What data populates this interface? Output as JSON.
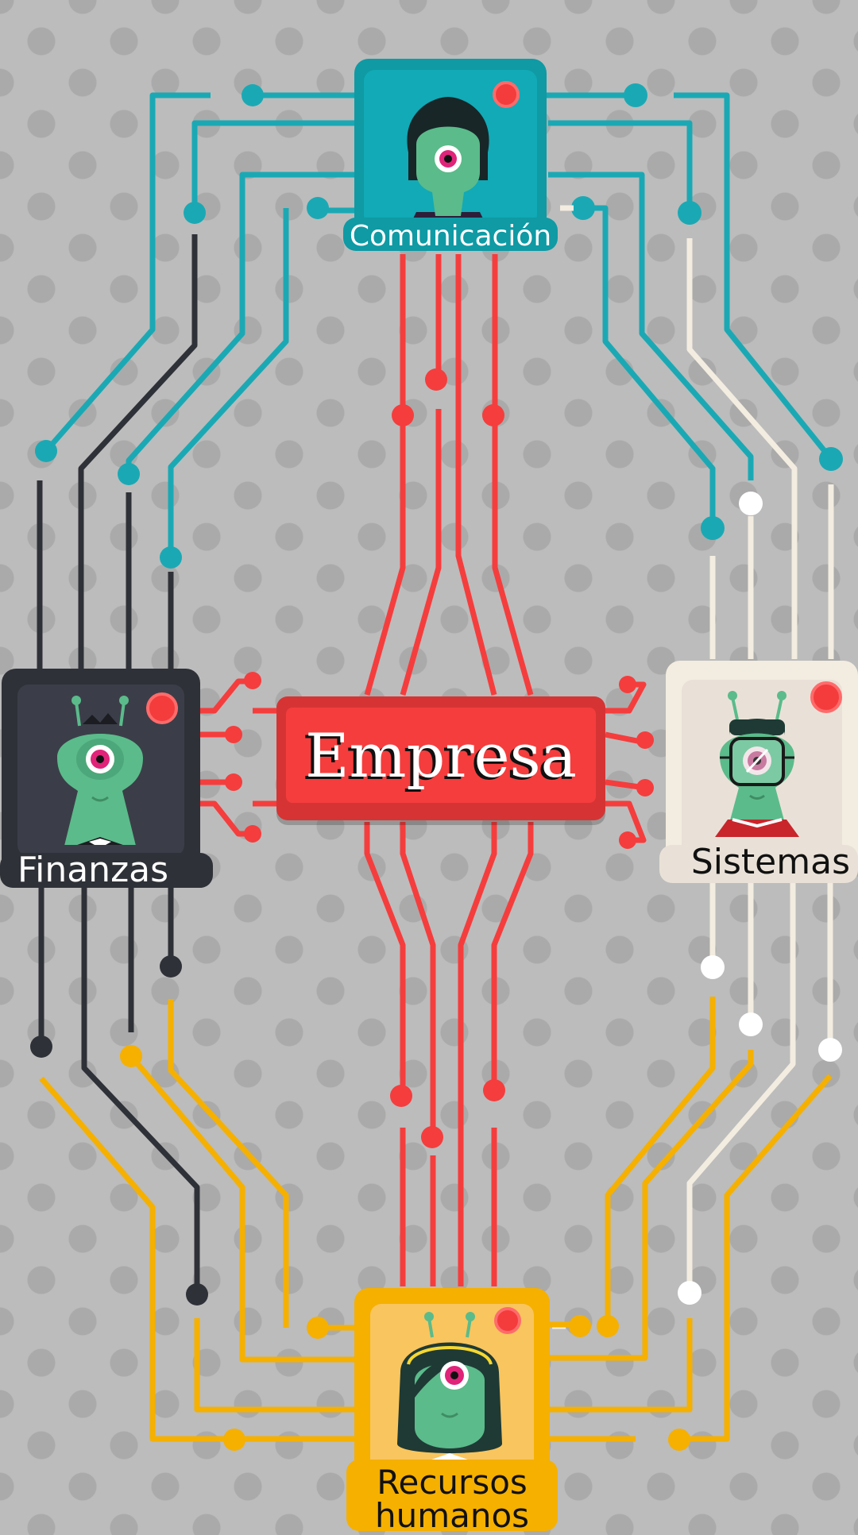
{
  "center": {
    "title": "Empresa"
  },
  "departments": {
    "comunicacion": {
      "label": "Comunicación"
    },
    "finanzas": {
      "label": "Finanzas"
    },
    "sistemas": {
      "label": "Sistemas"
    },
    "recursos_humanos": {
      "label": "Recursos humanos"
    }
  },
  "colors": {
    "background": "#bcbcbc",
    "comunicacion": "#1aa9b4",
    "finanzas": "#2f3138",
    "sistemas": "#f3ece0",
    "recursos_humanos": "#f5b000",
    "empresa": "#f53d3d",
    "alien_skin": "#5bbb8b"
  }
}
